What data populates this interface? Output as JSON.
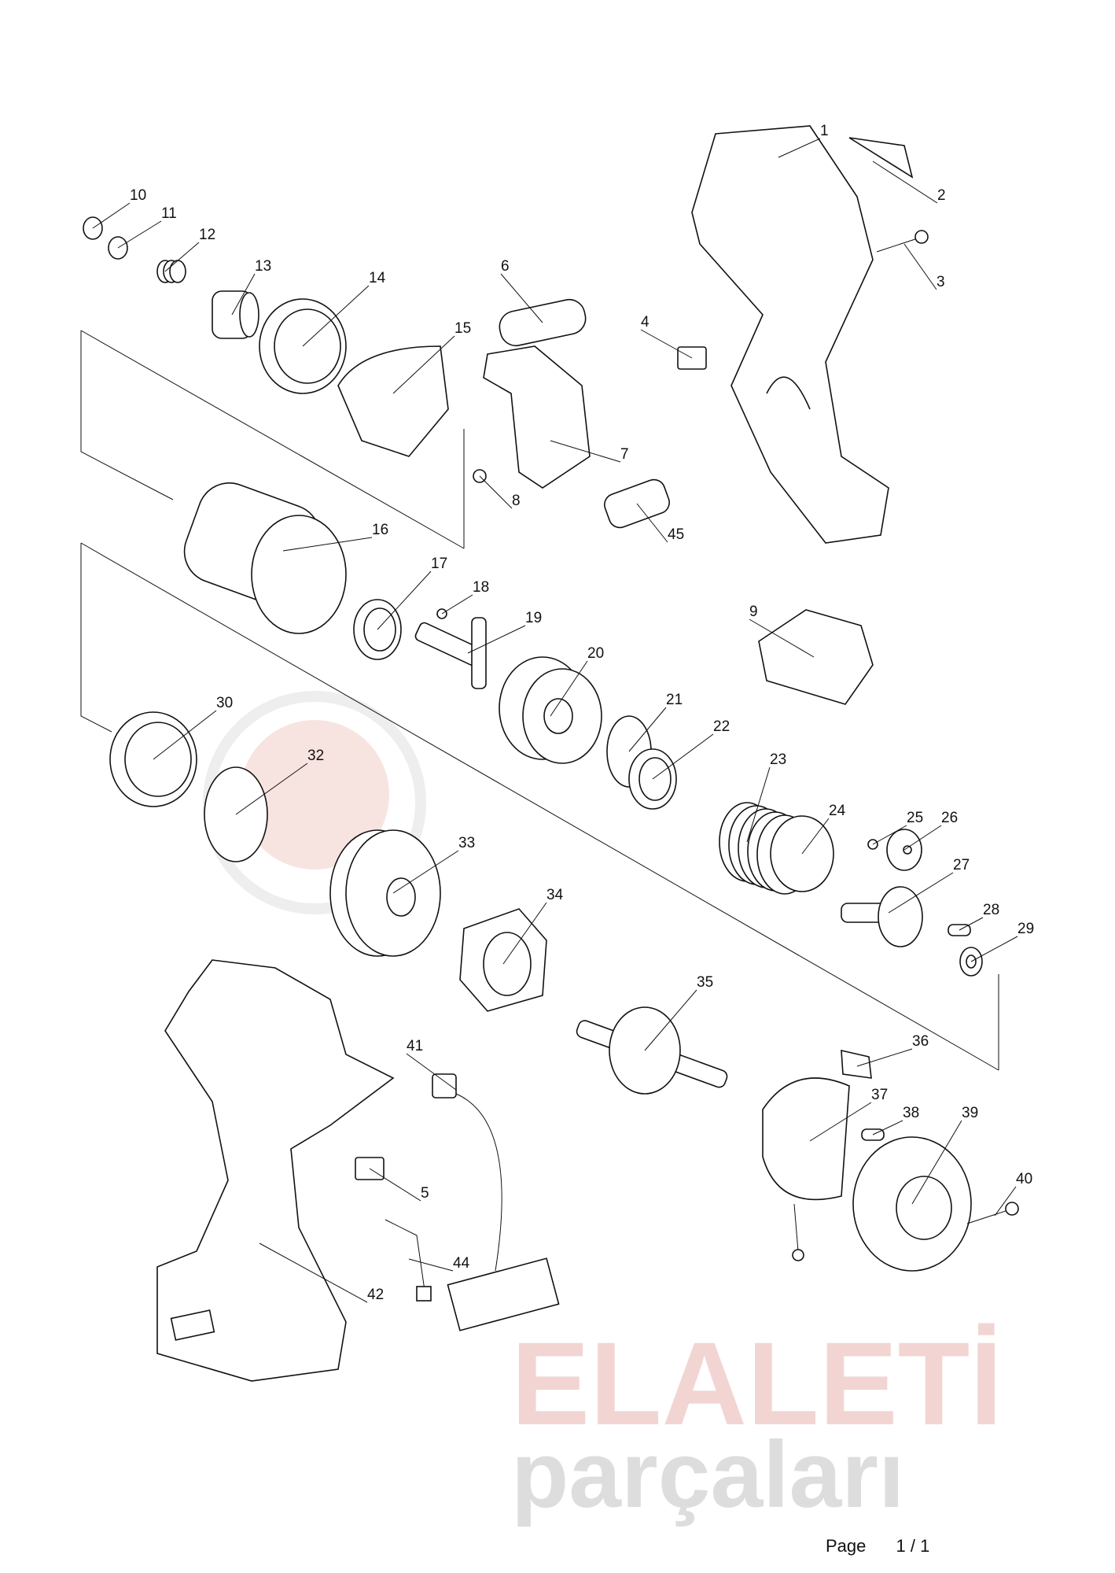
{
  "diagram": {
    "part_labels": [
      "1",
      "2",
      "3",
      "4",
      "5",
      "6",
      "7",
      "8",
      "9",
      "10",
      "11",
      "12",
      "13",
      "14",
      "15",
      "16",
      "17",
      "18",
      "19",
      "20",
      "21",
      "22",
      "23",
      "24",
      "25",
      "26",
      "27",
      "28",
      "29",
      "30",
      "32",
      "33",
      "34",
      "35",
      "36",
      "37",
      "38",
      "39",
      "40",
      "41",
      "42",
      "44",
      "45"
    ]
  },
  "watermark": {
    "line1": "ELALETİ",
    "line2": "parçaları"
  },
  "footer": {
    "page_label": "Page",
    "page_value": "1 / 1"
  }
}
